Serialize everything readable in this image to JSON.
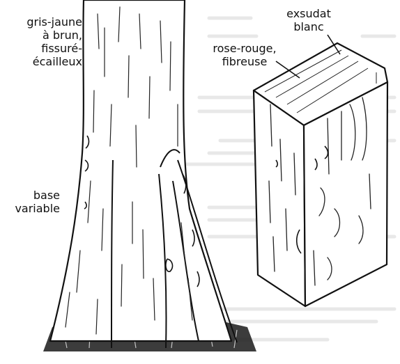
{
  "labels": {
    "bark": [
      "gris-jaune",
      "à brun,",
      "fissuré-",
      "écailleux"
    ],
    "base": [
      "base",
      "variable"
    ],
    "exudate": [
      "exsudat",
      "blanc"
    ],
    "inner_bark": [
      "rose-rouge,",
      "fibreuse"
    ]
  },
  "colors": {
    "ink": "#111111",
    "paper": "#ffffff",
    "bleed": "#d9d9d9"
  }
}
